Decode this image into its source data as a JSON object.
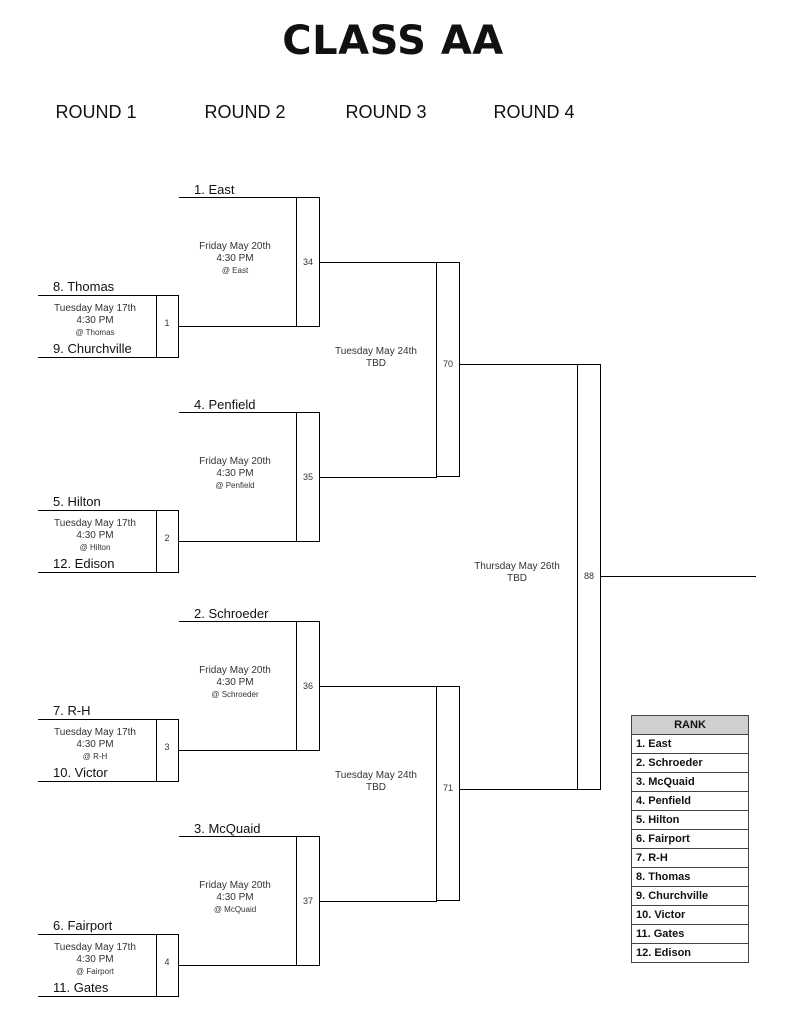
{
  "title": "CLASS AA",
  "rounds": [
    "ROUND 1",
    "ROUND 2",
    "ROUND 3",
    "ROUND 4"
  ],
  "round1": [
    {
      "top_team": "8. Thomas",
      "bottom_team": "9. Churchville",
      "date": "Tuesday May 17th",
      "time": "4:30 PM",
      "venue": "@ Thomas",
      "game": "1"
    },
    {
      "top_team": "5. Hilton",
      "bottom_team": "12. Edison",
      "date": "Tuesday May 17th",
      "time": "4:30 PM",
      "venue": "@ Hilton",
      "game": "2"
    },
    {
      "top_team": "7. R-H",
      "bottom_team": "10. Victor",
      "date": "Tuesday May 17th",
      "time": "4:30 PM",
      "venue": "@ R-H",
      "game": "3"
    },
    {
      "top_team": "6. Fairport",
      "bottom_team": "11. Gates",
      "date": "Tuesday May 17th",
      "time": "4:30 PM",
      "venue": "@ Fairport",
      "game": "4"
    }
  ],
  "round2": [
    {
      "seed_team": "1. East",
      "date": "Friday May 20th",
      "time": "4:30 PM",
      "venue": "@ East",
      "game": "34"
    },
    {
      "seed_team": "4. Penfield",
      "date": "Friday May 20th",
      "time": "4:30 PM",
      "venue": "@ Penfield",
      "game": "35"
    },
    {
      "seed_team": "2. Schroeder",
      "date": "Friday May 20th",
      "time": "4:30 PM",
      "venue": "@ Schroeder",
      "game": "36"
    },
    {
      "seed_team": "3. McQuaid",
      "date": "Friday May 20th",
      "time": "4:30 PM",
      "venue": "@ McQuaid",
      "game": "37"
    }
  ],
  "round3": [
    {
      "date": "Tuesday May 24th",
      "venue": "TBD",
      "game": "70"
    },
    {
      "date": "Tuesday May 24th",
      "venue": "TBD",
      "game": "71"
    }
  ],
  "round4": {
    "date": "Thursday May 26th",
    "venue": "TBD",
    "game": "88"
  },
  "rank": {
    "header": "RANK",
    "items": [
      "1. East",
      "2. Schroeder",
      "3. McQuaid",
      "4. Penfield",
      "5. Hilton",
      "6. Fairport",
      "7. R-H",
      "8. Thomas",
      "9. Churchville",
      "10. Victor",
      "11. Gates",
      "12. Edison"
    ]
  }
}
